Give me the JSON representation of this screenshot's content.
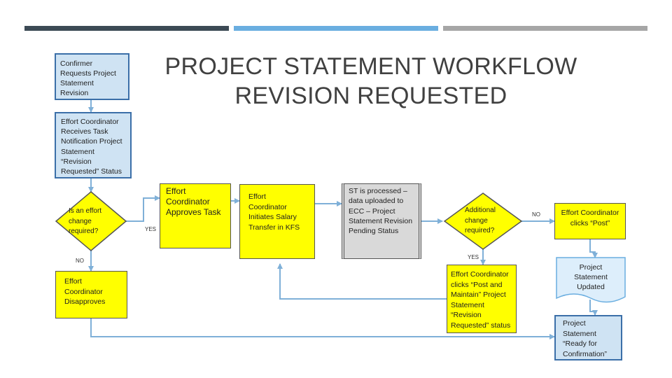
{
  "header": {
    "bar_colors": [
      "#3c4a55",
      "#6aaee0",
      "#a6a6a6"
    ]
  },
  "title": {
    "line1": "PROJECT STATEMENT WORKFLOW",
    "line2": "REVISION REQUESTED"
  },
  "nodes": {
    "confirmer_requests": "Confirmer Requests Project Statement Revision",
    "receives_task": "Effort Coordinator Receives Task Notification Project Statement “Revision Requested” Status",
    "effort_change_decision": "Is an effort change required?",
    "disapproves": "Effort Coordinator Disapproves",
    "approves_task": "Effort Coordinator Approves Task",
    "initiates_salary": "Effort Coordinator Initiates Salary Transfer in KFS",
    "st_processed": "ST is processed – data uploaded to ECC – Project Statement Revision Pending Status",
    "additional_change_decision": "Additional change required?",
    "post_and_maintain": "Effort Coordinator clicks “Post and Maintain” Project Statement “Revision Requested” status",
    "clicks_post": "Effort Coordinator clicks “Post”",
    "statement_updated": "Project Statement Updated",
    "ready_for_confirmation": "Project Statement “Ready for Confirmation”"
  },
  "edge_labels": {
    "yes_1": "YES",
    "no_1": "NO",
    "yes_2": "YES",
    "no_2": "NO"
  },
  "colors": {
    "connector": "#7fb0d8",
    "task_yellow": "#ffff00",
    "doc_blue": "#cfe3f3",
    "process_gray": "#d9d9d9"
  }
}
